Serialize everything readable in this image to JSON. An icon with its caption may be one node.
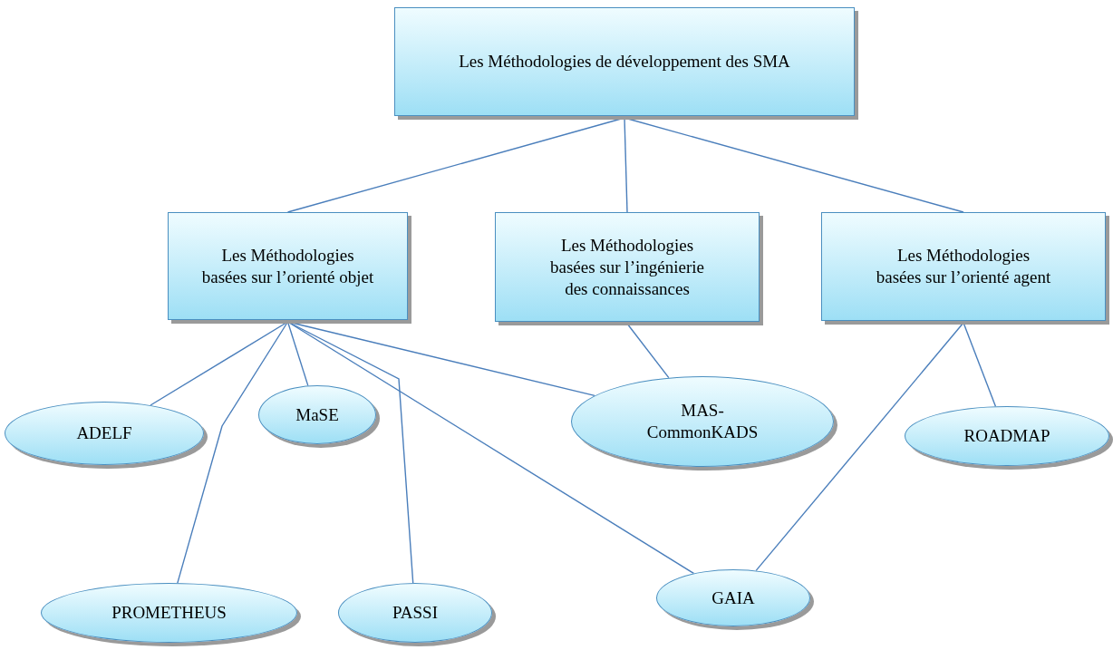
{
  "diagram": {
    "nodes": [
      {
        "text": [
          "Les Méthodologies de développement des SMA"
        ]
      },
      {
        "text": [
          "Les Méthodologies basées sur l’orienté objet"
        ]
      },
      {
        "text": [
          "Les Méthodologies basées sur l’ingénierie des connaissances"
        ]
      },
      {
        "text": [
          "Les Méthodologies basées sur l’orienté agent"
        ]
      },
      {
        "text": [
          "ADELF"
        ]
      },
      {
        "text": [
          "MAS- CommonKADS"
        ]
      },
      {
        "text": [
          "ROADMAP"
        ]
      },
      {
        "text": [
          "MaSE"
        ]
      },
      {
        "text": [
          "PROMETHEUS"
        ]
      },
      {
        "text": [
          "PASSI"
        ]
      },
      {
        "text": [
          "GAIA"
        ]
      }
    ],
    "edges": [
      {
        "from": 0,
        "to": 1,
        "arrow": "none"
      },
      {
        "from": 0,
        "to": 2,
        "arrow": "none"
      },
      {
        "from": 0,
        "to": 3,
        "arrow": "none"
      },
      {
        "from": 1,
        "to": 4,
        "arrow": "none"
      },
      {
        "from": 1,
        "to": 8,
        "arrow": "none"
      },
      {
        "from": 1,
        "to": 7,
        "arrow": "none"
      },
      {
        "from": 1,
        "to": 9,
        "arrow": "none"
      },
      {
        "from": 1,
        "to": 10,
        "arrow": "none"
      },
      {
        "from": 1,
        "to": 5,
        "arrow": "none"
      },
      {
        "from": 2,
        "to": 5,
        "arrow": "none"
      },
      {
        "from": 3,
        "to": 6,
        "arrow": "none"
      },
      {
        "from": 3,
        "to": 10,
        "arrow": "none"
      }
    ]
  }
}
